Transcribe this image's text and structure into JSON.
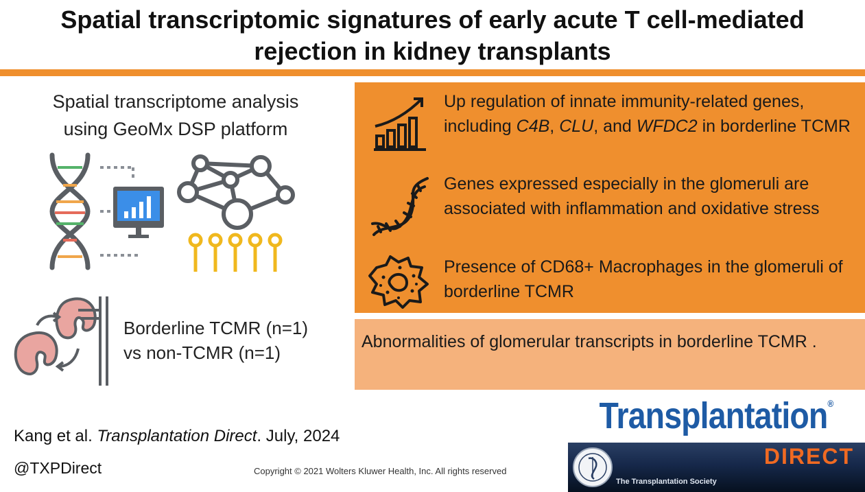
{
  "title": {
    "line1": "Spatial transcriptomic signatures of early acute T cell-mediated",
    "line2": "rejection in kidney transplants"
  },
  "colors": {
    "accent": "#ef8f2e",
    "conclusion_bg": "#f5b27c",
    "logo_blue": "#1e5ba5",
    "direct_orange": "#f06a22",
    "dna_green": "#55b36a",
    "dna_red": "#e56b5a",
    "dna_orange": "#f0a64b",
    "icon_gray": "#5a5e63",
    "monitor_blue": "#3b8ee8",
    "chip_gold": "#f0b81e",
    "kidney_pink": "#e9a5a0"
  },
  "left": {
    "heading_line1": "Spatial transcriptome analysis",
    "heading_line2": "using GeoMx DSP platform",
    "comparison_line1": "Borderline TCMR (n=1)",
    "comparison_line2": "vs non-TCMR (n=1)",
    "icons": [
      "dna-icon",
      "monitor-chart-icon",
      "network-chip-icon",
      "kidney-transplant-icon"
    ]
  },
  "findings": [
    {
      "icon": "bar-chart-up-icon",
      "pre": "Up regulation of innate immunity-related genes, including ",
      "gene1": "C4B",
      "sep1": ", ",
      "gene2": "CLU",
      "sep2": ", and ",
      "gene3": "WFDC2",
      "post": " in borderline TCMR"
    },
    {
      "icon": "dna-helix-icon",
      "text": "Genes expressed especially in the glomeruli are associated with inflammation and oxidative stress"
    },
    {
      "icon": "macrophage-cell-icon",
      "text": "Presence of CD68+ Macrophages in the glomeruli of borderline TCMR"
    }
  ],
  "conclusion": "Abnormalities of glomerular transcripts in borderline TCMR .",
  "citation": {
    "authors": "Kang et al. ",
    "journal": "Transplantation Direct",
    "date": ". July, 2024"
  },
  "handle": "@TXPDirect",
  "copyright": "Copyright © 2021  Wolters Kluwer Health, Inc. All rights reserved",
  "logo": {
    "name": "Transplantation",
    "reg": "®",
    "direct": "DIRECT",
    "society": "The Transplantation Society"
  }
}
